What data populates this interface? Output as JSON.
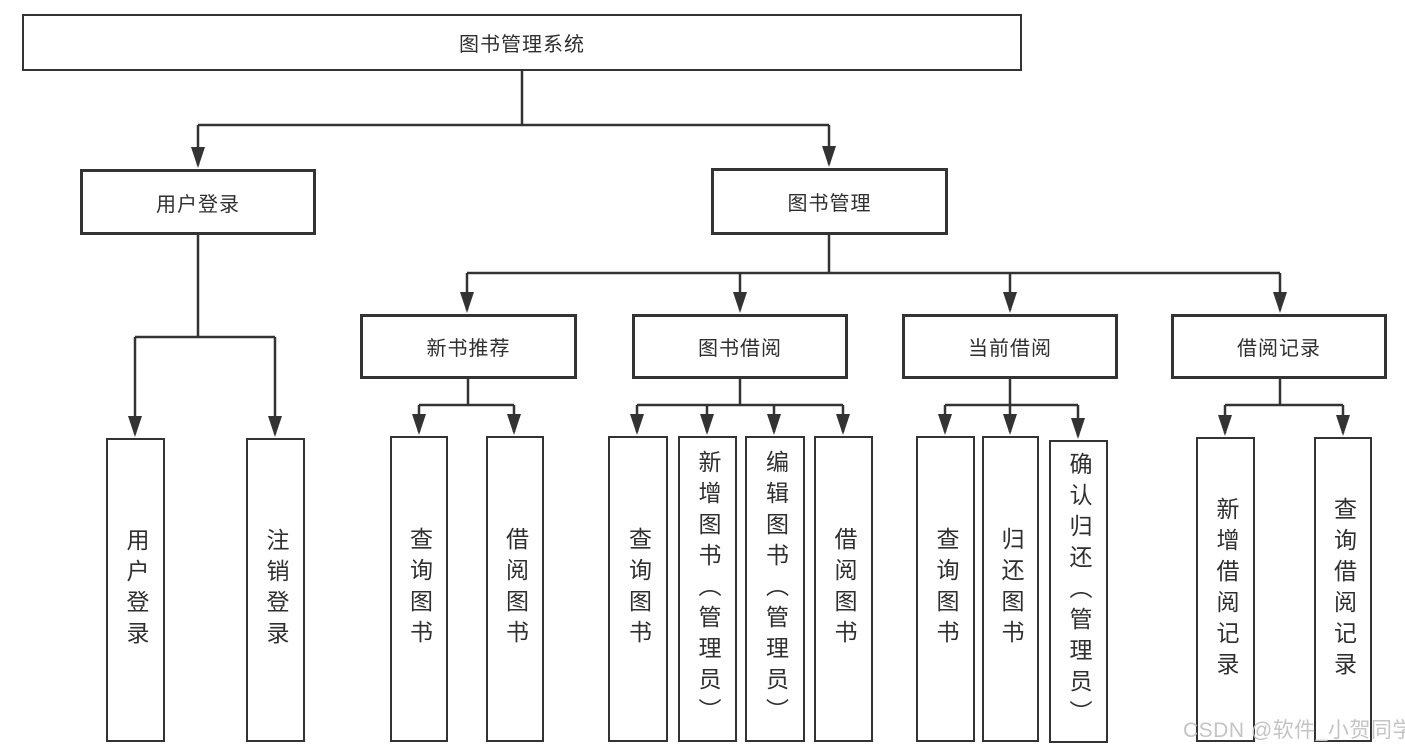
{
  "title": "图书管理系统",
  "colors": {
    "line": "#333333",
    "box_border": "#333333",
    "text": "#2f2f2f",
    "background": "#ffffff",
    "watermark": "#c4c4c4"
  },
  "nodes": {
    "root": "图书管理系统",
    "level2": {
      "user_login": "用户登录",
      "book_mgmt": "图书管理"
    },
    "level3": {
      "new_book_rec": "新书推荐",
      "book_borrow": "图书借阅",
      "current_borrow": "当前借阅",
      "borrow_records": "借阅记录"
    },
    "leaves": {
      "ul_login": "用户登录",
      "ul_logout": "注销登录",
      "rec_query": "查询图书",
      "rec_borrow": "借阅图书",
      "bb_query": "查询图书",
      "bb_add": "新增图书（管理员）",
      "bb_edit": "编辑图书（管理员）",
      "bb_borrow": "借阅图书",
      "cb_query": "查询图书",
      "cb_return": "归还图书",
      "cb_confirm": "确认归还（管理员）",
      "br_add": "新增借阅记录",
      "br_query": "查询借阅记录"
    }
  },
  "watermark": "CSDN @软件_小贺同学"
}
